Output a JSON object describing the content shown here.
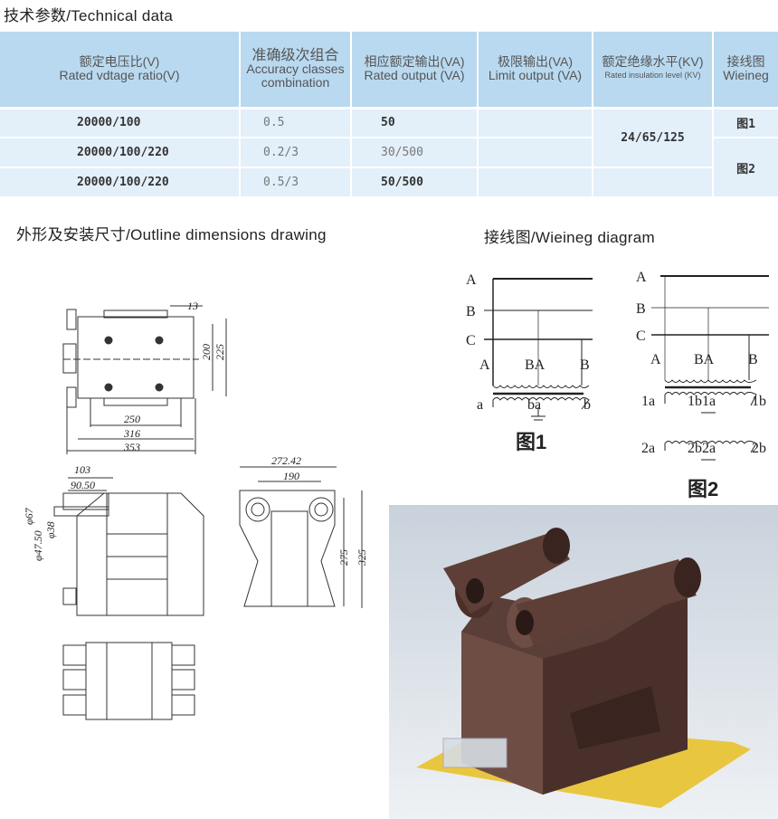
{
  "technical_title": "技术参数/Technical data",
  "table": {
    "headers": [
      {
        "cn": "额定电压比(V)",
        "en": "Rated vdtage ratio(V)"
      },
      {
        "cn": "准确级次组合",
        "en": "Accuracy classes combination"
      },
      {
        "cn": "相应额定输出(VA)",
        "en": "Rated output (VA)"
      },
      {
        "cn": "极限输出(VA)",
        "en": "Limit output (VA)"
      },
      {
        "cn": "额定绝缘水平(KV)",
        "en": "Rated insulation level (KV)"
      },
      {
        "cn": "接线图",
        "en": "Wieineg"
      }
    ],
    "rows": [
      {
        "ratio": "20000/100",
        "accuracy": "0.5",
        "output": "50",
        "limit": "",
        "wiring": "图1"
      },
      {
        "ratio": "20000/100/220",
        "accuracy": "0.2/3",
        "output": "30/500",
        "limit": ""
      },
      {
        "ratio": "20000/100/220",
        "accuracy": "0.5/3",
        "output": "50/500",
        "limit": ""
      }
    ],
    "insulation": "24/65/125",
    "wiring2": "图2"
  },
  "outline_title": "外形及安装尺寸/Outline dimensions drawing",
  "wiring_title": "接线图/Wieineg diagram",
  "dims": {
    "d13": "13",
    "d200": "200",
    "d225": "225",
    "d250": "250",
    "d316": "316",
    "d353": "353",
    "d103": "103",
    "d9050": "90.50",
    "d67": "φ67",
    "d4750": "φ47.50",
    "d38": "φ38",
    "d27242": "272.42",
    "d190": "190",
    "d275": "275",
    "d325": "325"
  },
  "diagram1": {
    "lines": [
      "A",
      "B",
      "C"
    ],
    "primary": [
      "A",
      "BA",
      "B"
    ],
    "secondary": [
      "a",
      "ba",
      "b"
    ],
    "caption": "图1"
  },
  "diagram2": {
    "lines": [
      "A",
      "B",
      "C"
    ],
    "primary": [
      "A",
      "BA",
      "B"
    ],
    "secondary1": [
      "1a",
      "1b1a",
      "1b"
    ],
    "secondary2": [
      "2a",
      "2b2a",
      "2b"
    ],
    "caption": "图2"
  }
}
